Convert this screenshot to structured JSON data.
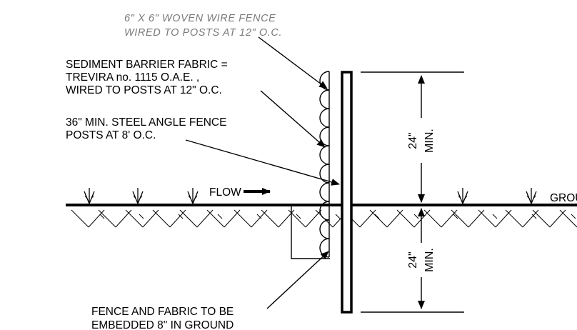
{
  "labels": {
    "woven_wire_1": "6\" X 6\" WOVEN WIRE FENCE",
    "woven_wire_2": "WIRED TO POSTS AT 12\" O.C.",
    "fabric_1": "SEDIMENT BARRIER FABRIC =",
    "fabric_2": "TREVIRA no. 1115 O.A.E. ,",
    "fabric_3": "WIRED TO POSTS AT 12\" O.C.",
    "posts_1": "36\" MIN. STEEL ANGLE FENCE",
    "posts_2": "POSTS AT 8' O.C.",
    "flow": "FLOW",
    "ground": "GROUND",
    "embed_1": "FENCE AND FABRIC TO BE",
    "embed_2": "EMBEDDED 8\" IN GROUND"
  },
  "dimensions": {
    "upper_value": "24\"",
    "upper_unit": "MIN.",
    "lower_value": "24\"",
    "lower_unit": "MIN."
  }
}
